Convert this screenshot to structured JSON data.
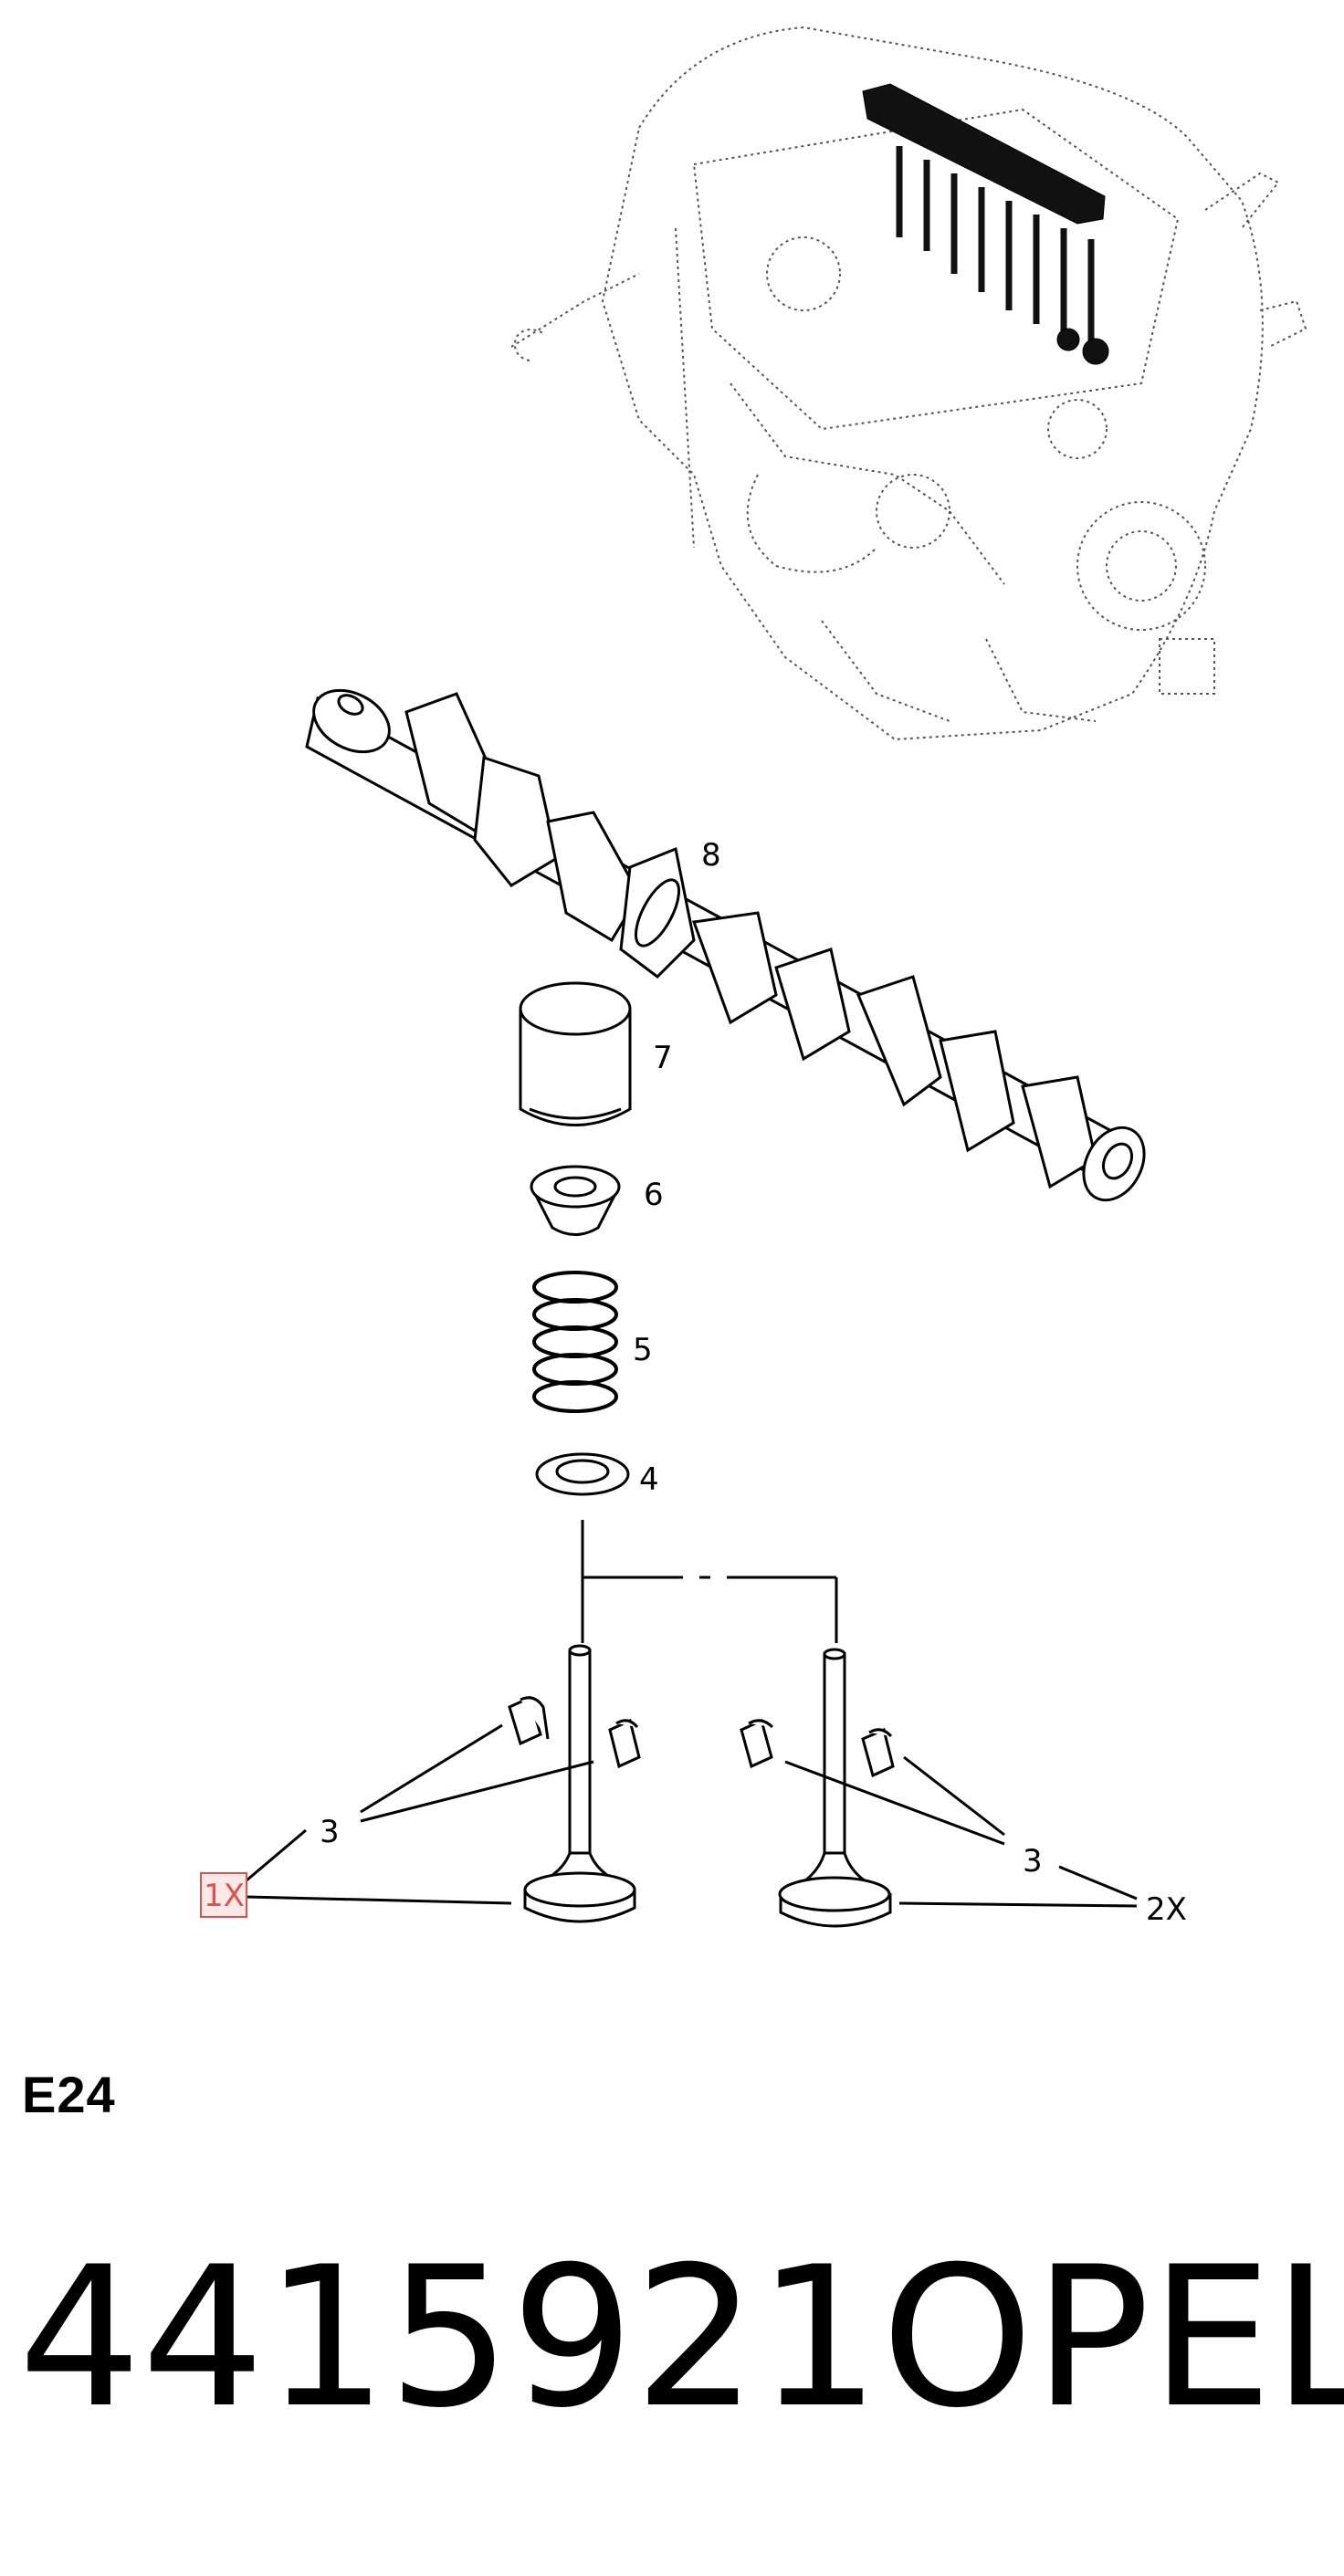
{
  "diagram": {
    "callouts": {
      "camshaft": "8",
      "tappet": "7",
      "spring_retainer": "6",
      "valve_spring": "5",
      "spring_seat": "4",
      "keepers_left": "3",
      "keepers_right": "3",
      "qty_left": "1X",
      "qty_right": "2X"
    }
  },
  "footer": {
    "section_code": "E24",
    "part_number": "4415921",
    "brand": "OPEL"
  }
}
